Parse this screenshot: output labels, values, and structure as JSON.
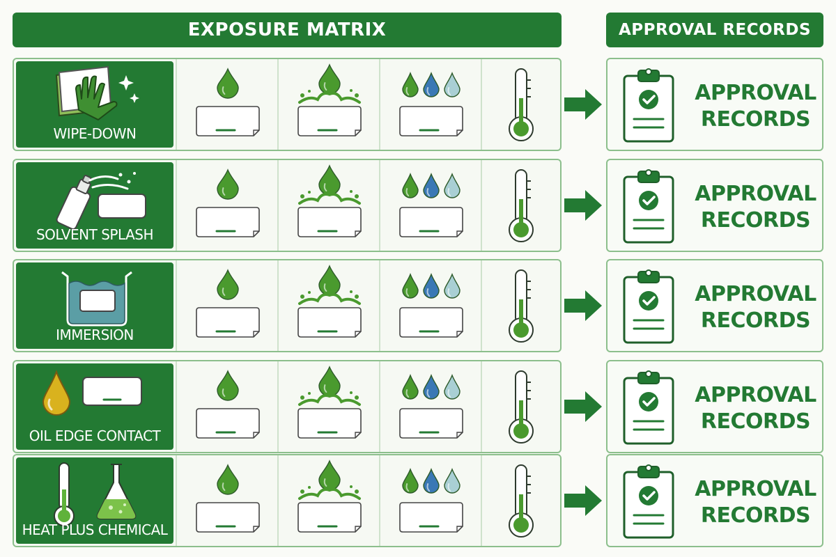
{
  "header": {
    "exposure_title": "EXPOSURE MATRIX",
    "approval_title": "APPROVAL RECORDS"
  },
  "rows": [
    {
      "label": "WIPE-DOWN",
      "icon": "wipe-glove-icon",
      "approval_line1": "APPROVAL",
      "approval_line2": "RECORDS"
    },
    {
      "label": "SOLVENT SPLASH",
      "icon": "spray-bottle-icon",
      "approval_line1": "APPROVAL",
      "approval_line2": "RECORDS"
    },
    {
      "label": "IMMERSION",
      "icon": "immersion-tank-icon",
      "approval_line1": "APPROVAL",
      "approval_line2": "RECORDS"
    },
    {
      "label": "OIL EDGE CONTACT",
      "icon": "oil-drop-icon",
      "approval_line1": "APPROVAL",
      "approval_line2": "RECORDS"
    },
    {
      "label": "HEAT PLUS CHEMICAL",
      "icon": "thermometer-flask-icon",
      "approval_line1": "APPROVAL",
      "approval_line2": "RECORDS"
    }
  ],
  "columns": [
    {
      "icon": "single-drop-label-icon"
    },
    {
      "icon": "splash-drop-label-icon"
    },
    {
      "icon": "multi-drop-label-icon"
    },
    {
      "icon": "thermometer-icon"
    }
  ],
  "colors": {
    "brand_green": "#237a33",
    "drop_green": "#4a9a2e",
    "drop_blue": "#3a78b5",
    "drop_light_blue": "#a9cfd4",
    "border_green": "#8cbf8c",
    "oil_yellow": "#d9b21e"
  }
}
